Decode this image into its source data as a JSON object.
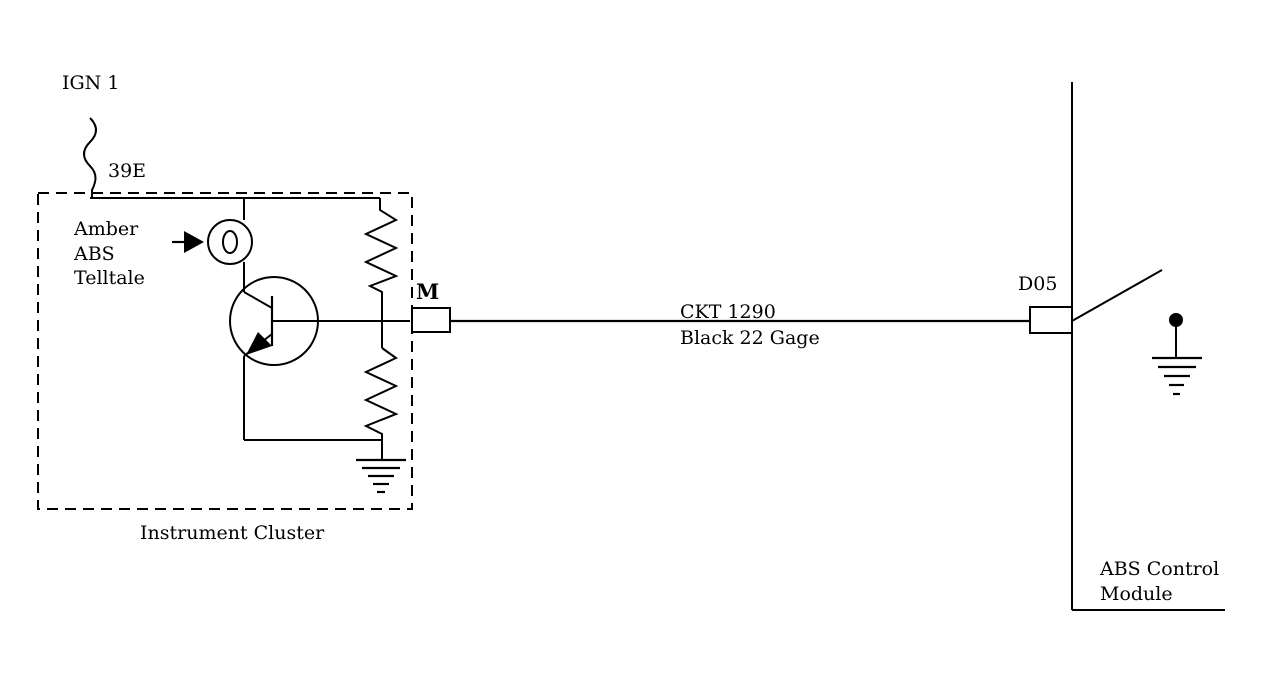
{
  "diagram": {
    "power_source": "IGN 1",
    "fuse": "39E",
    "lamp_label_line1": "Amber",
    "lamp_label_line2": "ABS",
    "lamp_label_line3": "Telltale",
    "cluster_label": "Instrument Cluster",
    "connector_cluster": "M",
    "circuit_number": "CKT 1290",
    "wire_spec": "Black  22 Gage",
    "connector_module": "D05",
    "module_label_line1": "ABS Control",
    "module_label_line2": "Module"
  },
  "colors": {
    "ink": "#000000",
    "background": "#ffffff"
  }
}
